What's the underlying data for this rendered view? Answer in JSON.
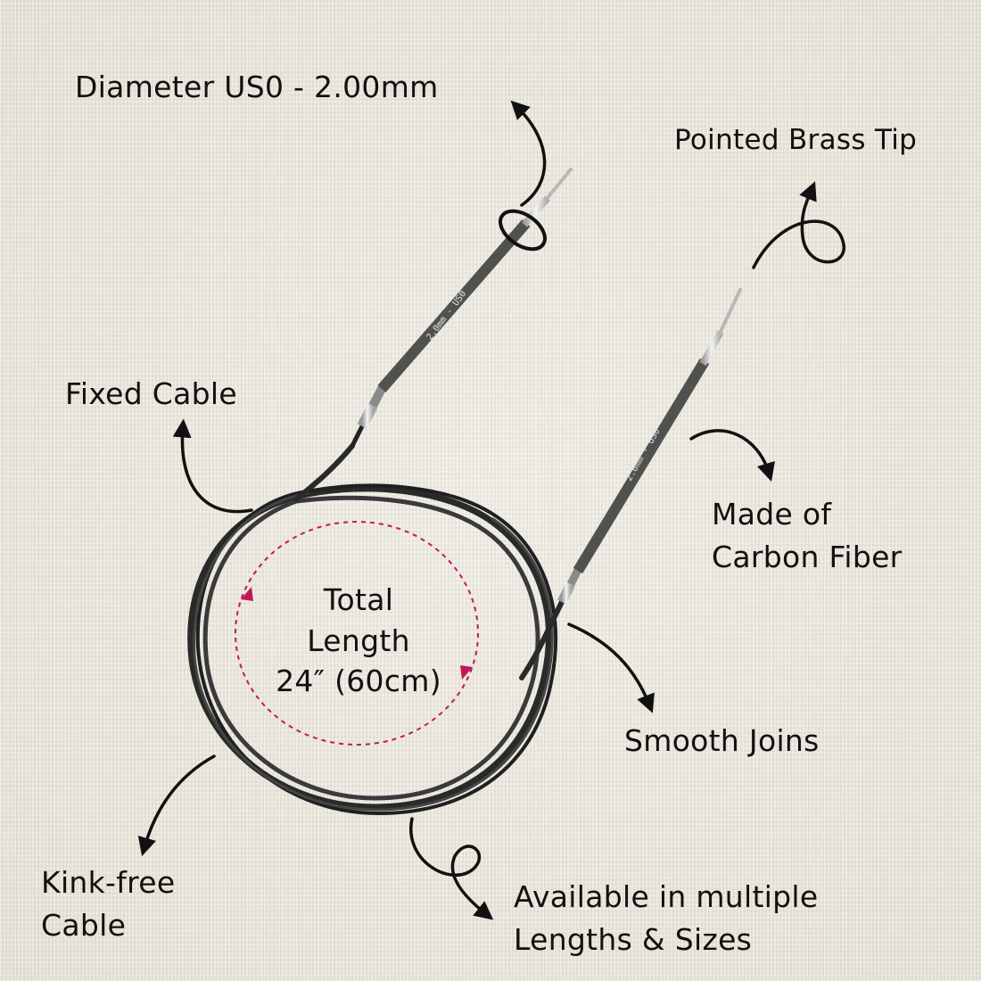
{
  "labels": {
    "diameter": "Diameter US0 - 2.00mm",
    "pointed_tip": "Pointed Brass Tip",
    "fixed_cable": "Fixed Cable",
    "carbon_fiber": [
      "Made of",
      "Carbon Fiber"
    ],
    "smooth_joins": "Smooth Joins",
    "kink_free": [
      "Kink-free",
      "Cable"
    ],
    "available": [
      "Available in multiple",
      "Lengths & Sizes"
    ],
    "total_length": [
      "Total",
      "Length",
      "24″ (60cm)"
    ]
  },
  "needle_marking": "2.0mm - US0",
  "colors": {
    "background": "#ece8dd",
    "cable": "#2a2a2a",
    "needle_shaft": "#5c5e5b",
    "accent_dashed": "#c2185b",
    "text": "#111111"
  },
  "icons": {
    "arrows": "hand-drawn-curved-arrow-icon",
    "stitch_marker": "stitch-marker-ring-icon"
  }
}
